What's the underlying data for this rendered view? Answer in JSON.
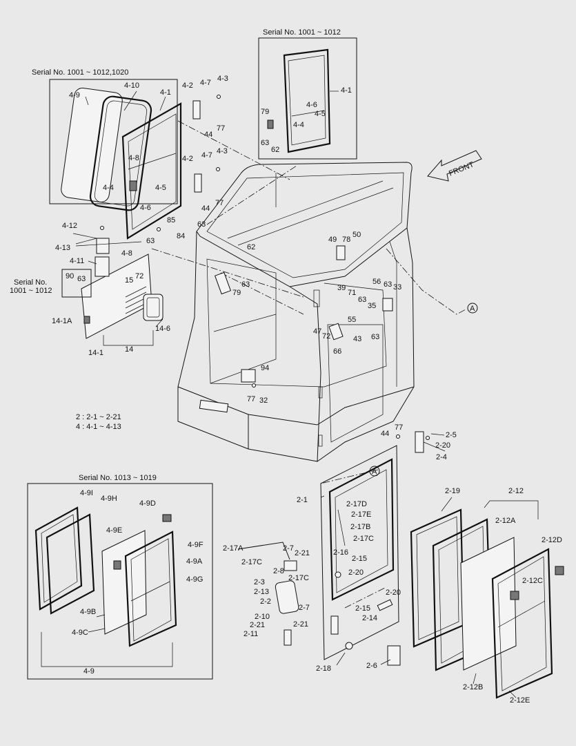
{
  "serial_labels": {
    "top_right": "Serial No. 1001 ~ 1012",
    "top_left": "Serial No. 1001 ~ 1012,1020",
    "side_line1": "Serial No.",
    "side_line2": "1001 ~ 1012",
    "bottom_left": "Serial No. 1013 ~ 1019"
  },
  "front_label": "FRONT",
  "ref_marker": "A",
  "legend": {
    "line1": "2 : 2-1 ~ 2-21",
    "line2": "4 : 4-1 ~ 4-13"
  },
  "callouts": {
    "c_4_9": "4-9",
    "c_4_10": "4-10",
    "c_4_1": "4-1",
    "c_4_2": "4-2",
    "c_4_7": "4-7",
    "c_4_3": "4-3",
    "c_77a": "77",
    "c_44a": "44",
    "c_4_8a": "4-8",
    "c_4_2b": "4-2",
    "c_4_7b": "4-7",
    "c_4_3b": "4-3",
    "c_4_4": "4-4",
    "c_4_5": "4-5",
    "c_4_6": "4-6",
    "c_77b": "77",
    "c_44b": "44",
    "c_4_12": "4-12",
    "c_85": "85",
    "c_63a": "63",
    "c_84": "84",
    "c_63b": "63",
    "c_4_13": "4-13",
    "c_4_11": "4-11",
    "c_4_8b": "4-8",
    "c_15": "15",
    "c_72a": "72",
    "c_90": "90",
    "c_63c": "63",
    "c_14_1a": "14-1A",
    "c_14_6": "14-6",
    "c_14": "14",
    "c_14_1": "14-1",
    "tr_4_1": "4-1",
    "tr_79": "79",
    "tr_4_6": "4-6",
    "tr_4_5": "4-5",
    "tr_4_4": "4-4",
    "tr_63": "63",
    "tr_62": "62",
    "c_62": "62",
    "c_63d": "63",
    "c_79": "79",
    "c_49": "49",
    "c_78": "78",
    "c_50": "50",
    "c_56": "56",
    "c_63e": "63",
    "c_33": "33",
    "c_39": "39",
    "c_71": "71",
    "c_63f": "63",
    "c_35": "35",
    "c_55": "55",
    "c_47": "47",
    "c_72b": "72",
    "c_43": "43",
    "c_63g": "63",
    "c_66": "66",
    "c_94": "94",
    "c_77c": "77",
    "c_32": "32",
    "c_44c": "44",
    "c_77d": "77",
    "c_2_5": "2-5",
    "c_2_20a": "2-20",
    "c_2_4": "2-4",
    "c_2_1": "2-1",
    "c_2_17d": "2-17D",
    "c_2_17e": "2-17E",
    "c_2_17b": "2-17B",
    "c_2_17c": "2-17C",
    "c_2_17a": "2-17A",
    "c_2_17c2": "2-17C",
    "c_2_7": "2-7",
    "c_2_21": "2-21",
    "c_2_8": "2-8",
    "c_2_17c3": "2-17C",
    "c_2_16": "2-16",
    "c_2_15": "2-15",
    "c_2_20b": "2-20",
    "c_2_3": "2-3",
    "c_2_13": "2-13",
    "c_2_2": "2-2",
    "c_2_7b": "2-7",
    "c_2_21b": "2-21",
    "c_2_20c": "2-20",
    "c_2_15b": "2-15",
    "c_2_14": "2-14",
    "c_2_10": "2-10",
    "c_2_21c": "2-21",
    "c_2_11": "2-11",
    "c_2_18": "2-18",
    "c_2_6": "2-6",
    "c_2_19": "2-19",
    "c_2_12": "2-12",
    "c_2_12a": "2-12A",
    "c_2_12d": "2-12D",
    "c_2_12c": "2-12C",
    "c_2_12b": "2-12B",
    "c_2_12e": "2-12E",
    "b_4_9i": "4-9I",
    "b_4_9h": "4-9H",
    "b_4_9d": "4-9D",
    "b_4_9e": "4-9E",
    "b_4_9f": "4-9F",
    "b_4_9a": "4-9A",
    "b_4_9g": "4-9G",
    "b_4_9b": "4-9B",
    "b_4_9c": "4-9C",
    "b_4_9": "4-9"
  }
}
